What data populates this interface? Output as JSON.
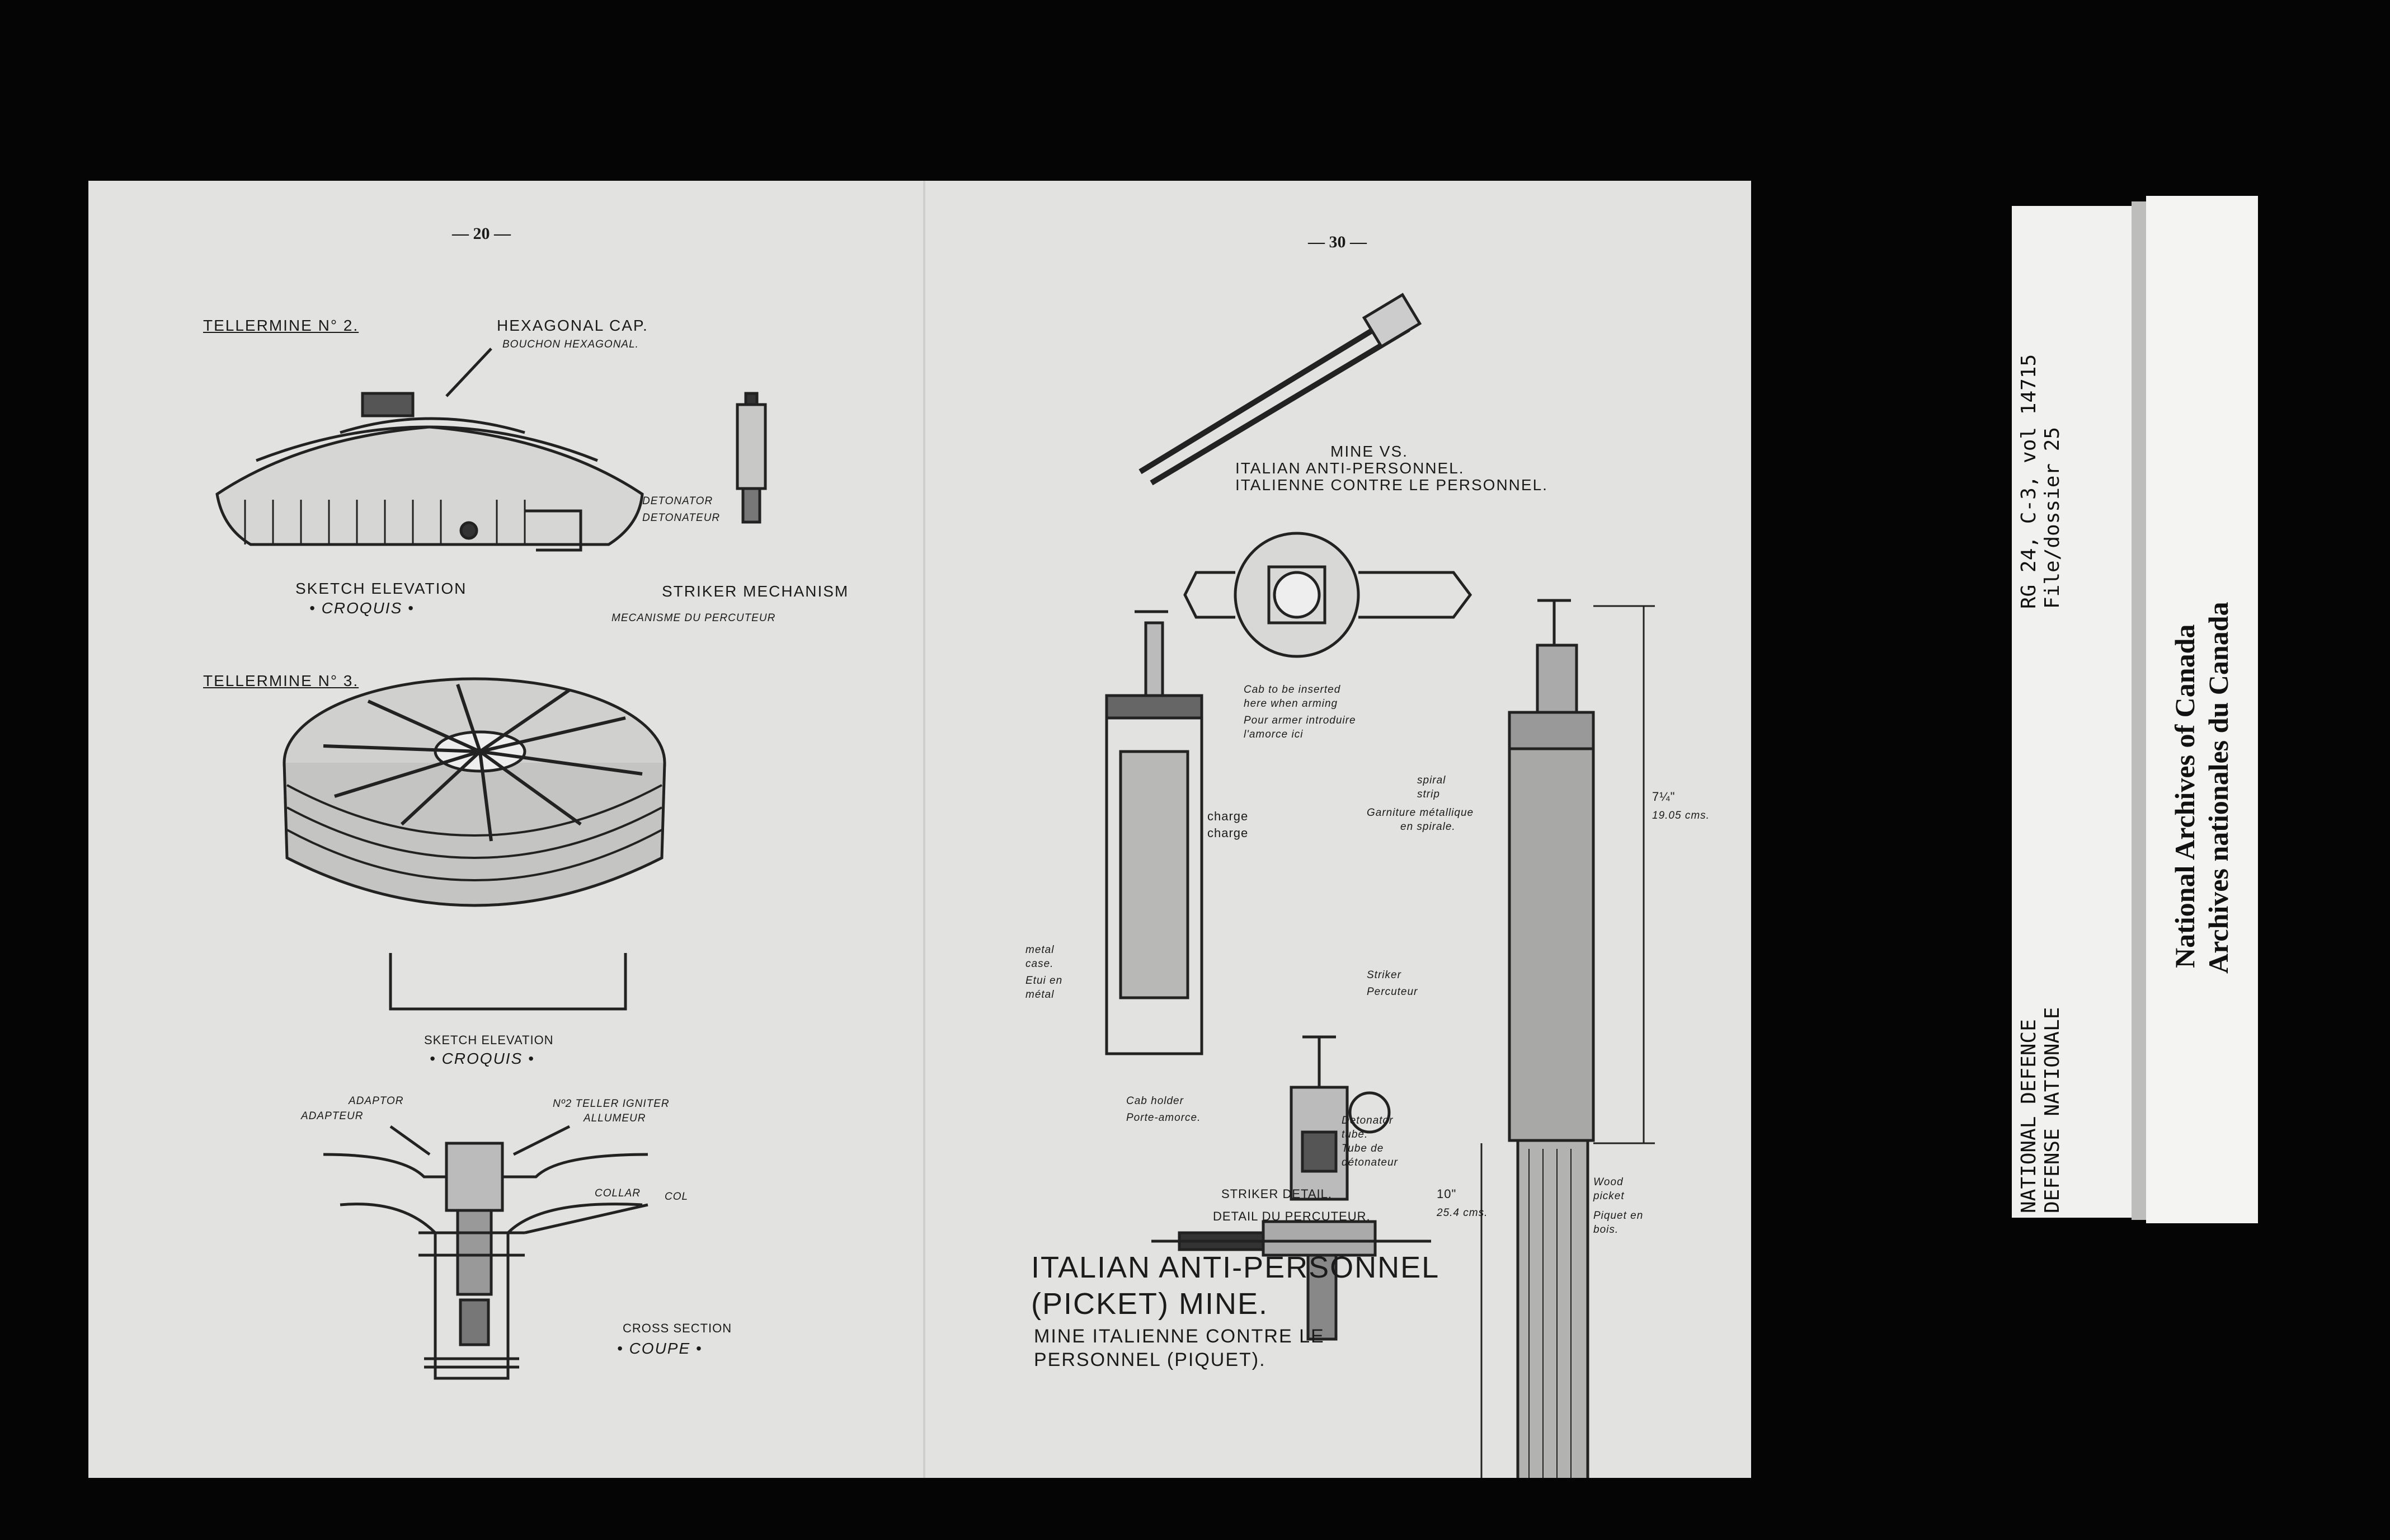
{
  "left_page": {
    "page_number": "— 20 —",
    "tm2_title": "TELLERMINE N° 2.",
    "hex_cap_en": "HEXAGONAL CAP.",
    "hex_cap_fr": "BOUCHON HEXAGONAL.",
    "detonator_en": "DETONATOR",
    "detonator_fr": "DETONATEUR",
    "sketch_elev_1": "SKETCH ELEVATION",
    "croquis_1": "• CROQUIS •",
    "striker_mech": "STRIKER MECHANISM",
    "mecanisme": "MECANISME DU PERCUTEUR",
    "tm3_title": "TELLERMINE N° 3.",
    "sketch_elev_2": "SKETCH ELEVATION",
    "croquis_2": "• CROQUIS •",
    "adaptor_en": "ADAPTOR",
    "adaptor_fr": "ADAPTEUR",
    "igniter_en": "Nº2 TELLER IGNITER",
    "igniter_fr": "ALLUMEUR",
    "collar_en": "COLLAR",
    "collar_fr": "COL",
    "cross_section": "CROSS SECTION",
    "coupe": "• COUPE •"
  },
  "right_page": {
    "page_number": "— 30 —",
    "mine_vs_1": "MINE VS.",
    "mine_vs_2": "ITALIAN ANTI-PERSONNEL.",
    "mine_vs_3": "ITALIENNE CONTRE LE PERSONNEL.",
    "cab_en_1": "Cab to be inserted",
    "cab_en_2": "here when arming",
    "cab_fr_1": "Pour armer introduire",
    "cab_fr_2": "l'amorce ici",
    "charge_en": "charge",
    "charge_fr": "charge",
    "metal_case_1": "metal",
    "metal_case_2": "case.",
    "etui_1": "Etui en",
    "etui_2": "métal",
    "spiral_1": "spiral",
    "spiral_2": "strip",
    "garniture_1": "Garniture métallique",
    "garniture_2": "en spirale.",
    "height_1a": "7¼\"",
    "height_1b": "19.05 cms.",
    "striker_en": "Striker",
    "striker_fr": "Percuteur",
    "cab_holder_en": "Cab holder",
    "cab_holder_fr": "Porte-amorce.",
    "det_tube_1": "Detonator",
    "det_tube_2": "tube.",
    "det_tube_3": "Tube de",
    "det_tube_4": "détonateur",
    "striker_detail_en": "STRIKER DETAIL.",
    "striker_detail_fr": "DETAIL DU PERCUTEUR.",
    "height_2a": "10\"",
    "height_2b": "25.4 cms.",
    "wood_1": "Wood",
    "wood_2": "picket",
    "piquet_1": "Piquet en",
    "piquet_2": "bois.",
    "main_title_1": "ITALIAN ANTI-PERSONNEL",
    "main_title_2": "(PICKET) MINE.",
    "main_sub_1": "MINE ITALIENNE CONTRE LE",
    "main_sub_2": "PERSONNEL (PIQUET)."
  },
  "archive_card": {
    "line_1": "RG 24, C-3, vol 14715",
    "line_2": "File/dossier 25",
    "line_3": "NATIONAL DEFENCE",
    "line_4": "DEFENSE NATIONALE"
  },
  "archive_stamp": {
    "line_1": "National Archives of Canada",
    "line_2": "Archives nationales du Canada"
  }
}
